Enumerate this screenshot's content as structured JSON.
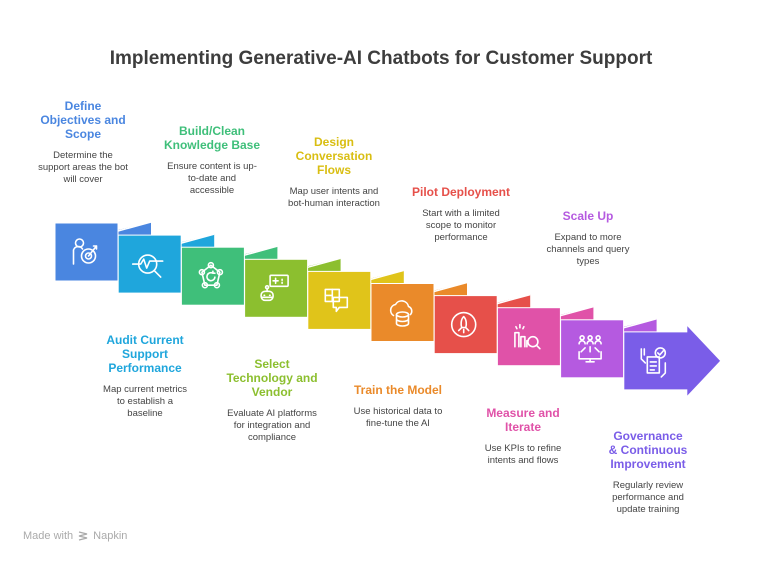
{
  "title": "Implementing Generative-AI Chatbots for Customer Support",
  "steps": [
    {
      "title": "Define Objectives and Scope",
      "desc": "Determine the support areas the bot will cover",
      "color": "#4a86e0",
      "icon": "person-target-icon",
      "pos": "top"
    },
    {
      "title": "Audit Current Support Performance",
      "desc": "Map current metrics to establish a baseline",
      "color": "#1fa6dc",
      "icon": "pulse-search-icon",
      "pos": "bottom"
    },
    {
      "title": "Build/Clean Knowledge Base",
      "desc": "Ensure content is up-to-date and accessible",
      "color": "#3fbf7a",
      "icon": "network-refresh-icon",
      "pos": "top"
    },
    {
      "title": "Select Technology and Vendor",
      "desc": "Evaluate AI platforms for integration and compliance",
      "color": "#8cbf2f",
      "icon": "robot-panel-icon",
      "pos": "bottom"
    },
    {
      "title": "Design Conversation Flows",
      "desc": "Map user intents and bot-human interaction",
      "color": "#e0c41a",
      "icon": "chat-flow-icon",
      "pos": "top"
    },
    {
      "title": "Train the Model",
      "desc": "Use historical data to fine-tune the AI",
      "color": "#ea8a2a",
      "icon": "cloud-database-icon",
      "pos": "bottom"
    },
    {
      "title": "Pilot Deployment",
      "desc": "Start with a limited scope to monitor performance",
      "color": "#e6504a",
      "icon": "rocket-icon",
      "pos": "top"
    },
    {
      "title": "Measure and Iterate",
      "desc": "Use KPIs to refine intents and flows",
      "color": "#e052a8",
      "icon": "chart-search-icon",
      "pos": "bottom"
    },
    {
      "title": "Scale Up",
      "desc": "Expand to more channels and query types",
      "color": "#b55ae0",
      "icon": "users-monitor-icon",
      "pos": "top"
    },
    {
      "title": "Governance & Continuous Improvement",
      "desc": "Regularly review performance and update training",
      "color": "#7a5de8",
      "icon": "checklist-hand-icon",
      "pos": "bottom"
    }
  ],
  "title_colors": [
    "#4a86e0",
    "#1fa6dc",
    "#3fbf7a",
    "#8cbf2f",
    "#d9be12",
    "#ea8a2a",
    "#e6504a",
    "#e052a8",
    "#b55ae0",
    "#7a5de8"
  ],
  "footer": {
    "made_with": "Made with",
    "brand": "Napkin"
  }
}
